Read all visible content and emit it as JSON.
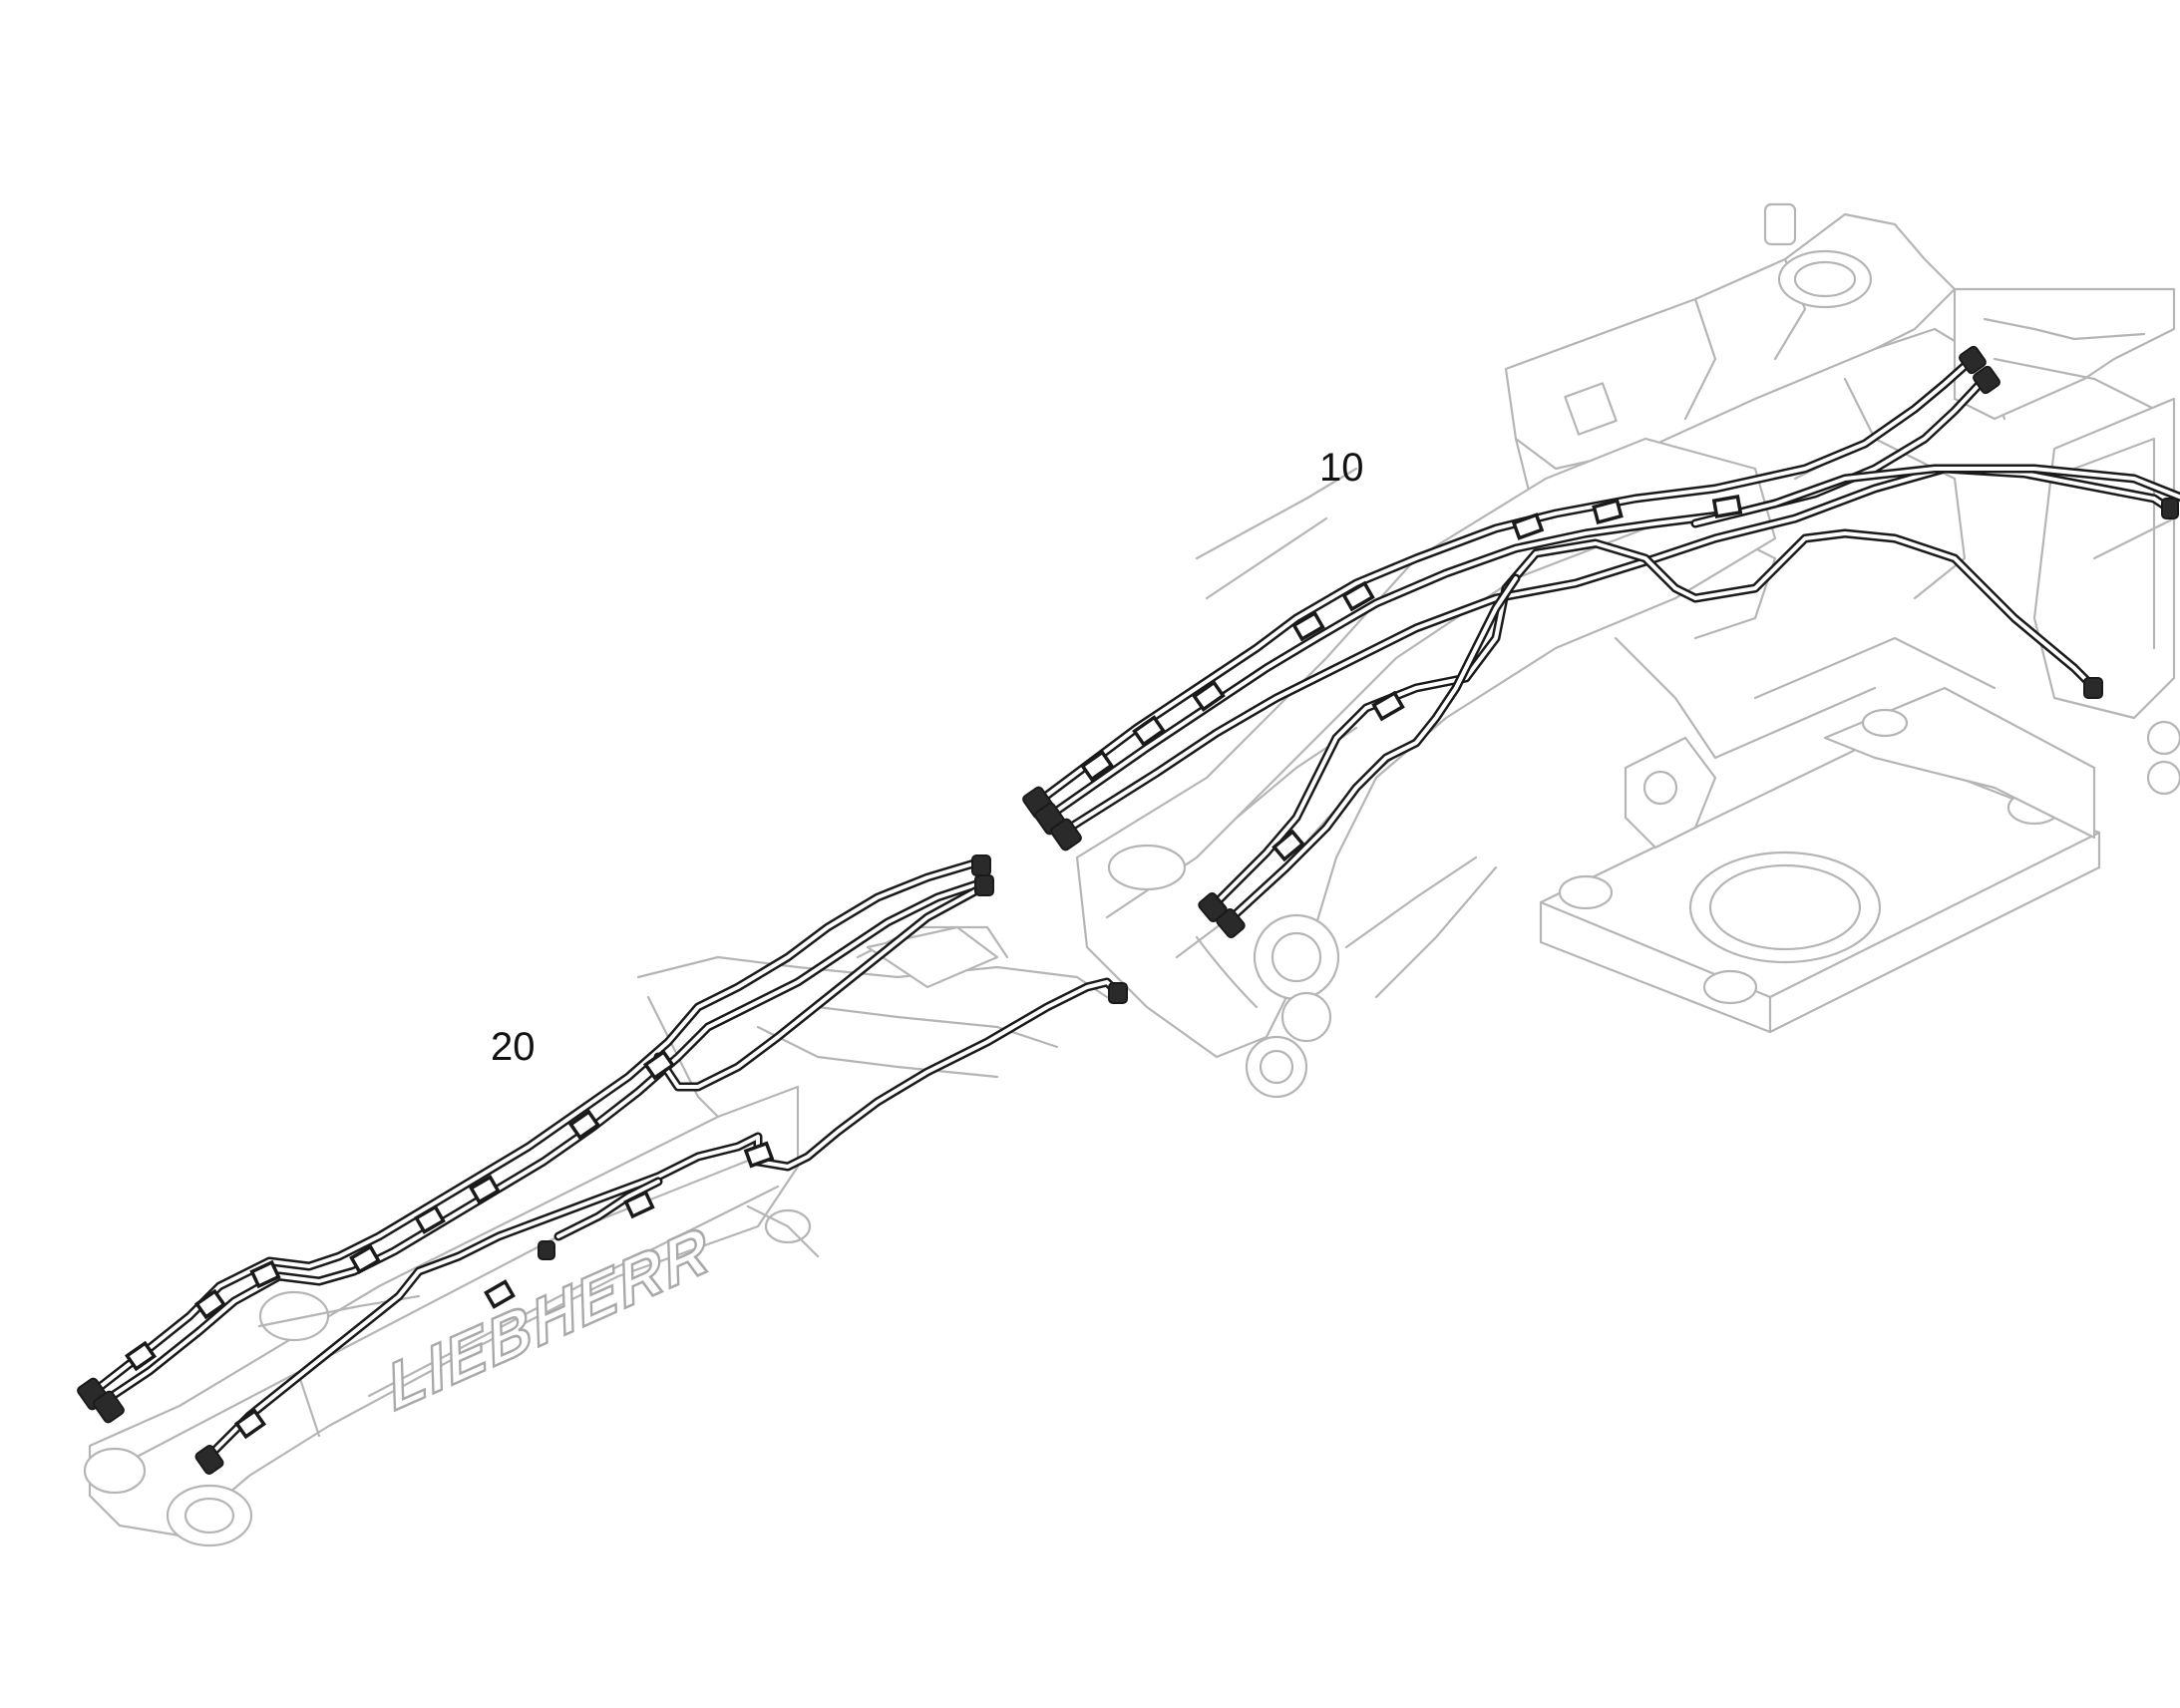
{
  "callouts": [
    {
      "id": "10",
      "label": "10"
    },
    {
      "id": "20",
      "label": "20"
    }
  ],
  "brand_marking": "LIEBHERR",
  "colors": {
    "structure_line": "#b5b5b5",
    "hose_line": "#1a1a1a",
    "background": "#ffffff"
  }
}
